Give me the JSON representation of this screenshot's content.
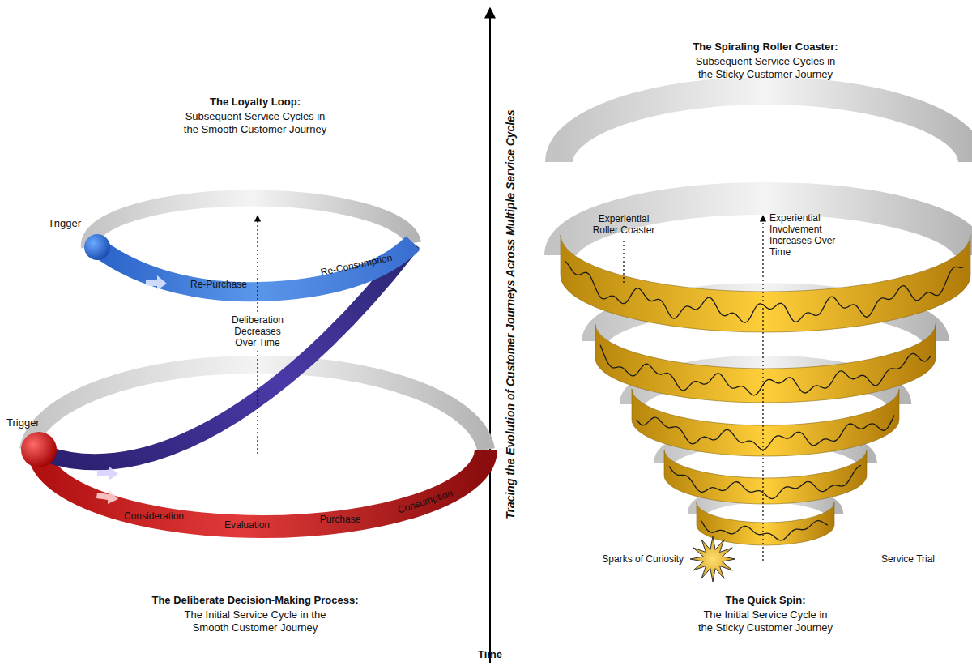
{
  "diagram": {
    "labels": [
      "The Loyalty Loop:",
      "Subsequent Service Cycles in the Smooth Customer Journey",
      "The Spiraling Roller Coaster:",
      "Subsequent Service Cycles in the Sticky Customer Journey",
      "Tracing the Evolution of Customer Journeys Across Multiple Service Cycles",
      "Trigger",
      "Re-Purchase",
      "Re-Consumption",
      "Deliberation Decreases Over Time",
      "Trigger",
      "Consideration",
      "Evaluation",
      "Purchase",
      "Consumption",
      "Experiential Roller Coaster",
      "Experiential Involvement Increases Over Time",
      "Sparks of Curiosity",
      "Service Trial",
      "The Deliberate Decision-Making Process:",
      "The Initial Service Cycle in the Smooth Customer Journey",
      "The Quick Spin:",
      "The Initial Service Cycle in the Sticky Customer Journey",
      "Time"
    ]
  }
}
